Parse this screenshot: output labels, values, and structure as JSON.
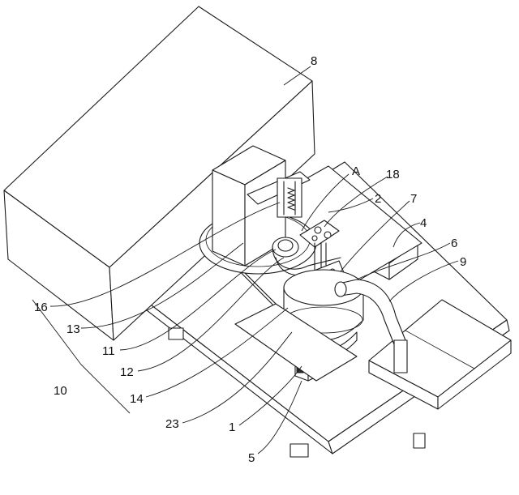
{
  "labels": [
    {
      "id": "8",
      "text": "8"
    },
    {
      "id": "A",
      "text": "A"
    },
    {
      "id": "18",
      "text": "18"
    },
    {
      "id": "2",
      "text": "2"
    },
    {
      "id": "7",
      "text": "7"
    },
    {
      "id": "4",
      "text": "4"
    },
    {
      "id": "6",
      "text": "6"
    },
    {
      "id": "9",
      "text": "9"
    },
    {
      "id": "16",
      "text": "16"
    },
    {
      "id": "13",
      "text": "13"
    },
    {
      "id": "11",
      "text": "11"
    },
    {
      "id": "12",
      "text": "12"
    },
    {
      "id": "10",
      "text": "10"
    },
    {
      "id": "14",
      "text": "14"
    },
    {
      "id": "23",
      "text": "23"
    },
    {
      "id": "1",
      "text": "1"
    },
    {
      "id": "5",
      "text": "5"
    }
  ]
}
